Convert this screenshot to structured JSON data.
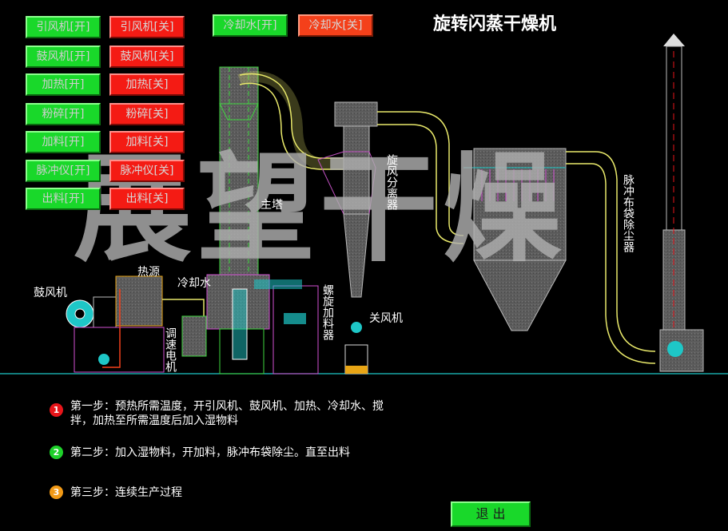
{
  "title": "旋转闪蒸干燥机",
  "controls": [
    {
      "on": "引风机[开]",
      "off": "引风机[关]"
    },
    {
      "on": "鼓风机[开]",
      "off": "鼓风机[关]"
    },
    {
      "on": "加热[开]",
      "off": "加热[关]"
    },
    {
      "on": "粉碎[开]",
      "off": "粉碎[关]"
    },
    {
      "on": "加料[开]",
      "off": "加料[关]"
    },
    {
      "on": "脉冲仪[开]",
      "off": "脉冲仪[关]"
    },
    {
      "on": "出料[开]",
      "off": "出料[关]"
    }
  ],
  "cooling": {
    "on": "冷却水[开]",
    "off": "冷却水[关]"
  },
  "labels": {
    "main_tower": "主塔",
    "heat_source": "热源",
    "blower": "鼓风机",
    "cooling_water": "冷却水",
    "speed_motor": "调速电机",
    "screw_feeder": "螺旋加料器",
    "cyclone": "旋风分离器",
    "close_fan": "关风机",
    "bag_filter": "脉冲布袋除尘器"
  },
  "watermark": "展望干燥",
  "steps": [
    {
      "num": "1",
      "color": "#e8151a",
      "text": "第一步：预热所需温度，开引风机、鼓风机、加热、冷却水、搅拌，加热至所需温度后加入湿物料"
    },
    {
      "num": "2",
      "color": "#1ed12a",
      "text": "第二步：加入湿物料，开加料，脉冲布袋除尘。直至出料"
    },
    {
      "num": "3",
      "color": "#f29a16",
      "text": "第三步：连续生产过程"
    }
  ],
  "exit_label": "退 出",
  "colors": {
    "on": "#19d82a",
    "off": "#f41b14",
    "pipe": "#e8e86a",
    "frame": "#d24fd2",
    "tower": "#6d6d6d"
  }
}
